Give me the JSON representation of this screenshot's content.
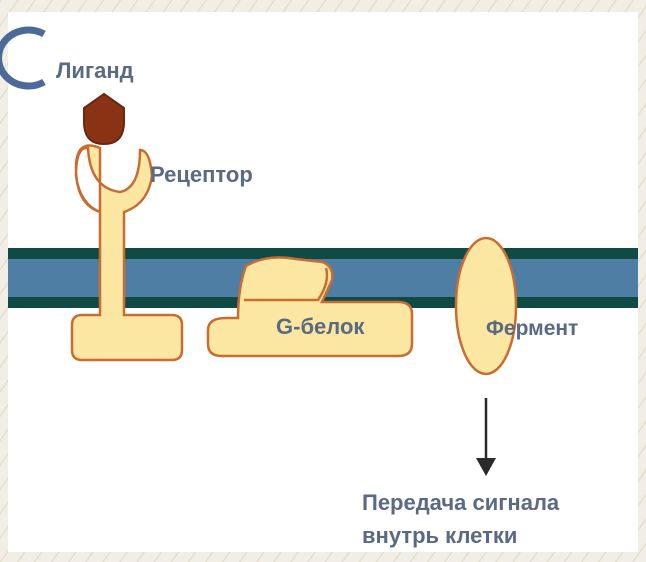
{
  "diagram": {
    "labels": {
      "ligand": "Лиганд",
      "receptor": "Рецептор",
      "g_protein": "G-белок",
      "enzyme": "Фермент",
      "signal": "Передача сигнала\nвнутрь клетки"
    },
    "colors": {
      "slide_background": "#f0ede4",
      "panel_background": "#ffffff",
      "membrane_outer": "#0f4a45",
      "membrane_inner": "#4e7ea3",
      "protein_fill": "#fbe7a1",
      "protein_stroke": "#c86d32",
      "ligand_fill": "#8a3314",
      "label_text": "#596a82",
      "arrow": "#2a2a2a"
    }
  }
}
